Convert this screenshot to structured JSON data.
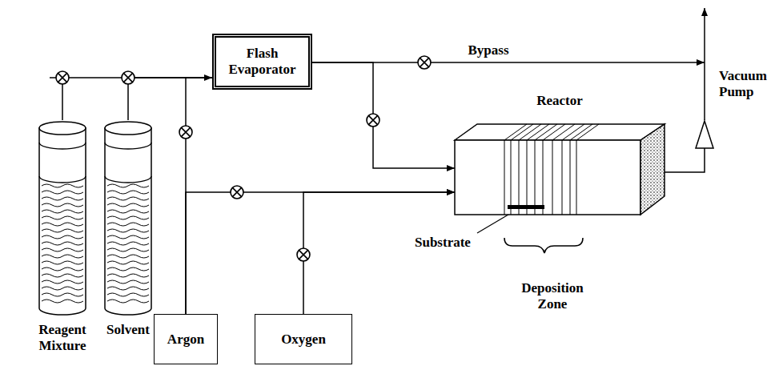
{
  "diagram": {
    "nodes": [
      {
        "text": [
          "Flash Evaporator"
        ]
      },
      {
        "text": [
          "Vacuum Pump"
        ]
      },
      {
        "text": [
          "Reactor"
        ]
      },
      {
        "text": [
          "Reagent Mixture"
        ]
      },
      {
        "text": [
          "Solvent"
        ]
      },
      {
        "text": [
          "Argon"
        ]
      },
      {
        "text": [
          "Oxygen"
        ]
      }
    ],
    "edges": [
      {
        "from": 3,
        "to": 0,
        "arrow": "none"
      },
      {
        "from": 4,
        "to": 0,
        "arrow": "none"
      },
      {
        "from": 5,
        "to": 0,
        "arrow": "to"
      },
      {
        "from": 0,
        "to": 1,
        "label": "Bypass",
        "arrow": "to"
      },
      {
        "from": 0,
        "to": 2,
        "arrow": "to"
      },
      {
        "from": 5,
        "to": 2,
        "arrow": "to"
      },
      {
        "from": 6,
        "to": 2,
        "arrow": "to"
      },
      {
        "from": 2,
        "to": 1,
        "arrow": "none"
      }
    ],
    "labels": [
      "Substrate",
      "Deposition Zone"
    ]
  }
}
